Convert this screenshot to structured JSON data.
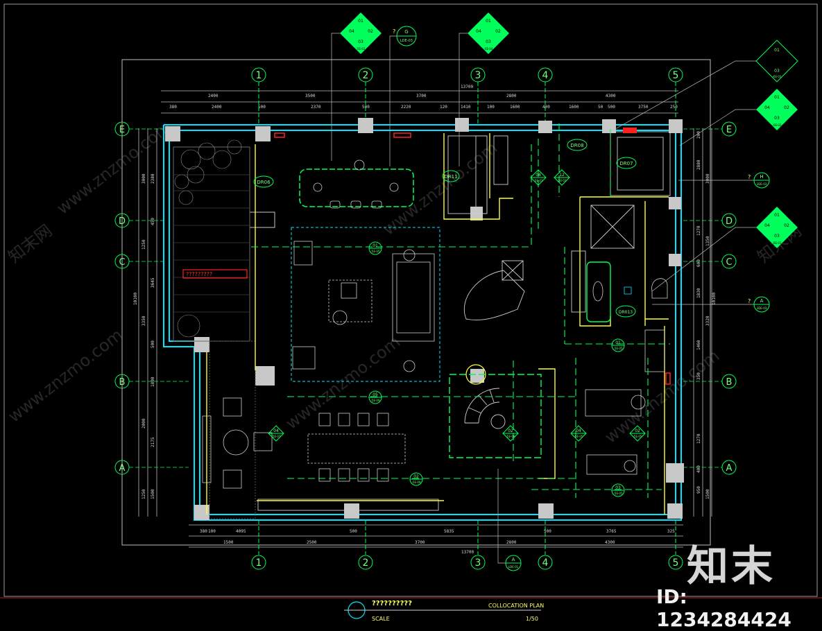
{
  "drawing": {
    "title_cn": "??????????",
    "title_en": "COLLOCATION PLAN",
    "scale_label": "SCALE",
    "scale_value": "1/50",
    "total_width_label": "13700"
  },
  "axes": {
    "columns": [
      "1",
      "2",
      "3",
      "4",
      "5"
    ],
    "rows": [
      "E",
      "D",
      "C",
      "B",
      "A"
    ]
  },
  "top_dims_row1": [
    "2400",
    "3500",
    "3700",
    "2800",
    "4300"
  ],
  "top_dims_row2": [
    "380",
    "2400",
    "500",
    "2370",
    "500",
    "2220",
    "120",
    "1410",
    "100",
    "1600",
    "400",
    "1600",
    "50",
    "500",
    "3750",
    "250"
  ],
  "bottom_dims_row1": [
    "380",
    "100",
    "4095",
    "500",
    "5835",
    "500",
    "3765",
    "325"
  ],
  "bottom_dims_row2": [
    "1500",
    "2500",
    "3700",
    "2800",
    "4300"
  ],
  "left_dims": [
    "3000",
    "2380",
    "450",
    "1250",
    "3645",
    "3350",
    "500",
    "1800",
    "2000",
    "2175",
    "1250",
    "1500"
  ],
  "left_total": "10100",
  "right_dims": [
    "3000",
    "2880",
    "1270",
    "1350",
    "600",
    "1830",
    "3320",
    "1460",
    "350",
    "1270",
    "400",
    "950",
    "1500",
    "200"
  ],
  "right_total": "10100",
  "rooms": [
    "DR06",
    "DR11",
    "DR08",
    "DR07",
    "DR013"
  ],
  "callouts": {
    "top_left": [
      "01",
      "04",
      "02",
      "03",
      "-5E-02"
    ],
    "top_right": [
      "01",
      "04",
      "02",
      "03",
      "-6E-04"
    ],
    "right_1": [
      "01",
      "03",
      "-6E-01"
    ],
    "right_2": [
      "01",
      "04",
      "02",
      "03",
      "-6E-02"
    ],
    "right_3": [
      "01",
      "04",
      "02",
      "03",
      "-6E-03"
    ],
    "section_g": "G",
    "section_g_ref": "LDE-03",
    "section_h": "H",
    "section_h_ref": "3DE-03",
    "section_a_right": "A",
    "section_a_right_ref": "3DE-03",
    "section_a_bottom": "A",
    "section_a_bottom_ref": "LDE-01",
    "question": "?"
  },
  "tags": [
    {
      "num": "01",
      "ref": "-5E-05"
    },
    {
      "num": "05",
      "ref": "-5E-09"
    },
    {
      "num": "04",
      "ref": "-5E-07"
    },
    {
      "num": "02",
      "ref": "-5E-09"
    },
    {
      "num": "02",
      "ref": "-5E-09"
    },
    {
      "num": "04",
      "ref": "-5E-05"
    },
    {
      "num": "02",
      "ref": "-5E-05"
    },
    {
      "num": "03",
      "ref": "-5E-05"
    },
    {
      "num": "01",
      "ref": "-5E-05"
    },
    {
      "num": "04",
      "ref": "-5E-01"
    },
    {
      "num": "12",
      "ref": "-5E-01"
    }
  ],
  "red_note": "?????????",
  "watermark": {
    "logo": "知末",
    "id": "ID: 1234284424",
    "site": "www.znzmo.com",
    "site_cn": "知末网"
  },
  "colors": {
    "background": "#000000",
    "wall_cyan": "#00e5ff",
    "accent_green": "#00ff5a",
    "yellow": "#ffff00",
    "frame": "#bdbdbd",
    "red": "#ff2020"
  }
}
